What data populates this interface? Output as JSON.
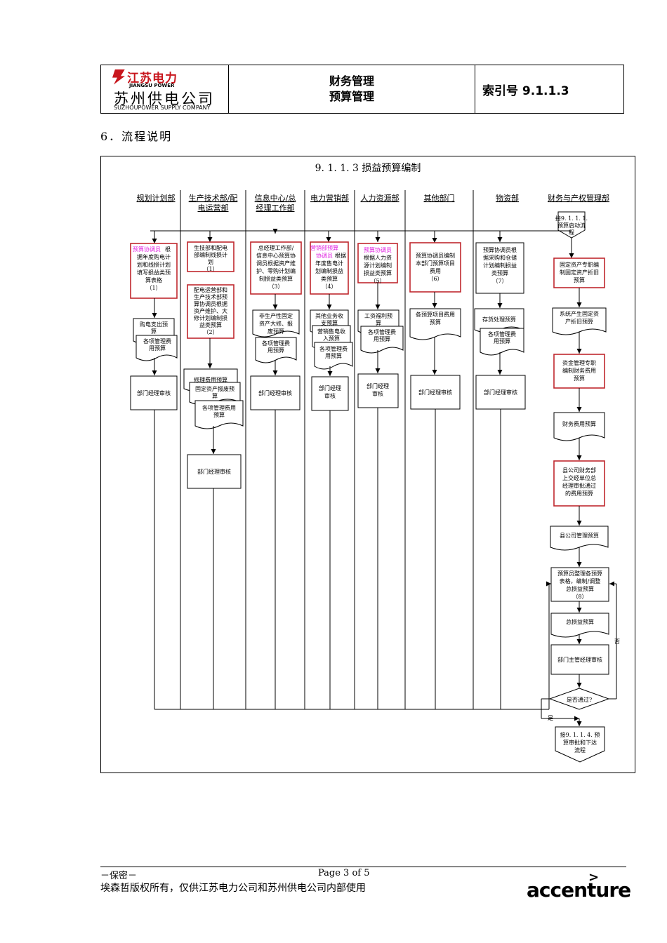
{
  "header": {
    "logo_cn_top": "江苏电力",
    "logo_en_top": "JIANGSU POWER",
    "logo_cn_main": "苏州供电公司",
    "logo_en_main": "SUZHOUPOWER SUPPLY COMPANY",
    "title_line1": "财务管理",
    "title_line2": "预算管理",
    "index": "索引号 9.1.1.3"
  },
  "section_title": "6．流程说明",
  "flow": {
    "title": "9. 1. 1. 3 损益预算编制",
    "lanes": [
      {
        "l1": "规划计划部",
        "l2": ""
      },
      {
        "l1": "生产技术部/配",
        "l2": "电运营部"
      },
      {
        "l1": "信息中心/总",
        "l2": "经理工作部"
      },
      {
        "l1": "电力营销部",
        "l2": ""
      },
      {
        "l1": "人力资源部",
        "l2": ""
      },
      {
        "l1": "其他部门",
        "l2": ""
      },
      {
        "l1": "物资部",
        "l2": ""
      },
      {
        "l1": "财务与产权管理部",
        "l2": ""
      }
    ],
    "nodes": {
      "start": [
        "接9. 1. 1. 1.",
        "预算启动流",
        "程"
      ],
      "p1_hl": "预算协调员",
      "p1": [
        "根",
        "据年度购电计",
        "划和线损计划",
        "填写损益类预",
        "算表格",
        "（1）"
      ],
      "pt1": [
        "生技部和配电",
        "部编制线损计",
        "划",
        "（1）"
      ],
      "pt2": [
        "配电运营部和",
        "生产技术部预",
        "算协调员根据",
        "资产维护、大",
        "修计划编制损",
        "益类预算",
        "（2）"
      ],
      "p3": [
        "总经理工作部/",
        "信息中心预算协",
        "调员根据资产维",
        "护、零购计划编",
        "制损益类预算",
        "（3）"
      ],
      "p4_hl": [
        "营销部预算",
        "协调员"
      ],
      "p4": [
        "根据",
        "年度售电计",
        "划编制损益",
        "类预算",
        "（4）"
      ],
      "p5_hl": "预算协调员",
      "p5": [
        "根据人力资",
        "源计划编制",
        "损益类预算",
        "（5）"
      ],
      "p6": [
        "预算协调员编制",
        "本部门预算项目",
        "费用",
        "（6）"
      ],
      "p7": [
        "预算协调员根",
        "据采购和仓储",
        "计划编制损益",
        "类预算",
        "（7）"
      ],
      "d_gd1": "固定资产专职编",
      "d_gd2": "制固定资产折旧",
      "d_gd3": "预算",
      "doc_power": [
        "购电支出预",
        "算"
      ],
      "doc_mgmt_a": [
        "各项管理费",
        "用预算"
      ],
      "doc_repair": "修理费用预算",
      "doc_fixed": [
        "固定资产报废预",
        "算"
      ],
      "doc_mgmt_b": [
        "各项管理费用",
        "预算"
      ],
      "doc_nonprod": [
        "非生产性固定",
        "资产大修、报",
        "废预算"
      ],
      "doc_mgmt_c": [
        "各项管理费",
        "用预算"
      ],
      "doc_other": [
        "其他业务收",
        "支预算"
      ],
      "doc_sales": [
        "营销售电收",
        "入预算"
      ],
      "doc_mgmt_d": [
        "各项管理费",
        "用预算"
      ],
      "doc_wage": [
        "工资福利预",
        "算"
      ],
      "doc_mgmt_e": [
        "各项管理费",
        "用预算"
      ],
      "doc_items": [
        "各预算项目费用",
        "预算"
      ],
      "doc_stock": "存货处理预算",
      "doc_mgmt_f": [
        "各项管理费",
        "用预算"
      ],
      "doc_depr": [
        "系统产生固定资",
        "产折旧预算"
      ],
      "fin_prep": [
        "资金管理专职",
        "编制财务费用",
        "预算"
      ],
      "doc_fin": "财务费用预算",
      "county_sub": [
        "县公司财务部",
        "上交经单位总",
        "经理审批通过",
        "的费用预算"
      ],
      "doc_county": "县公司管理预算",
      "p8": [
        "预算员整理各预算",
        "表格，编制/调整",
        "总损益预算",
        "（8）"
      ],
      "doc_total": "总损益预算",
      "review": "部门经理审核",
      "review_head": "部门主管经理审核",
      "decision": "是否通过?",
      "yes": "是",
      "no": "否",
      "end": [
        "接9. 1. 1. 4. 预",
        "算审批和下达",
        "流程"
      ]
    }
  },
  "footer": {
    "confidential": "－保密－",
    "page": "Page 3 of 5",
    "copyright": "埃森哲版权所有，仅供江苏电力公司和苏州供电公司内部使用",
    "brand": "accenture",
    "brand_mark": ">"
  },
  "colors": {
    "red": "#c8161d",
    "magenta": "#e020e0",
    "box_red": "#c0282e"
  }
}
